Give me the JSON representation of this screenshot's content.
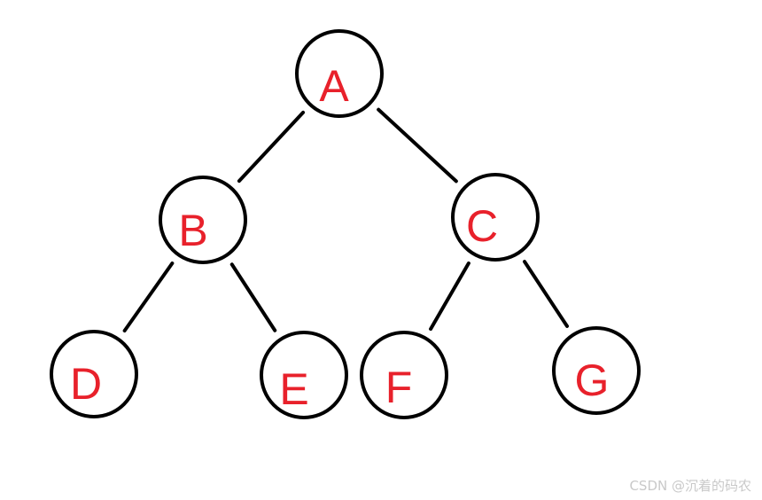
{
  "diagram": {
    "nodes": [
      {
        "id": "A",
        "label": "A"
      },
      {
        "id": "B",
        "label": "B"
      },
      {
        "id": "C",
        "label": "C"
      },
      {
        "id": "D",
        "label": "D"
      },
      {
        "id": "E",
        "label": "E"
      },
      {
        "id": "F",
        "label": "F"
      },
      {
        "id": "G",
        "label": "G"
      }
    ],
    "edges": [
      {
        "from": "A",
        "to": "B"
      },
      {
        "from": "A",
        "to": "C"
      },
      {
        "from": "B",
        "to": "D"
      },
      {
        "from": "B",
        "to": "E"
      },
      {
        "from": "C",
        "to": "F"
      },
      {
        "from": "C",
        "to": "G"
      }
    ],
    "label_color": "#e8212b",
    "stroke_color": "#000000"
  },
  "watermark": {
    "text": "CSDN @沉着的码农"
  }
}
